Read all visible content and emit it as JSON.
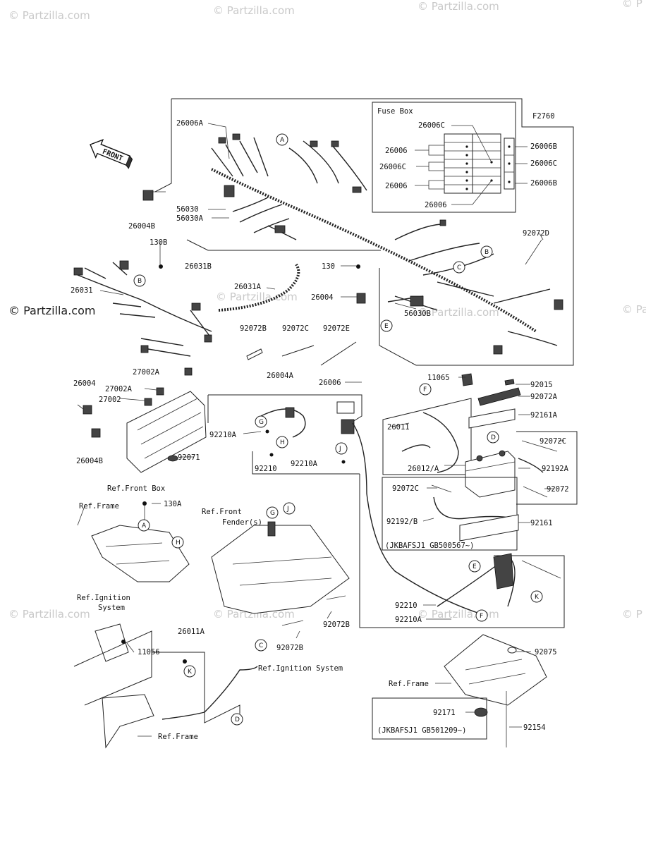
{
  "watermarks": {
    "top": [
      "© Partzilla.com",
      "© Partzilla.com",
      "© Partzilla.com",
      "© P"
    ],
    "middle": [
      "© Partzilla.com",
      "© Partzilla.com",
      "© Pa"
    ],
    "lower": [
      "© Partzilla.com",
      "© Partzilla.com",
      "© Partzilla.com",
      "© P"
    ],
    "strong": "© Partzilla.com"
  },
  "diagram": {
    "code": "F2760",
    "front_label": "FRONT",
    "fuse_box": {
      "title": "Fuse Box",
      "labels": [
        "26006C",
        "26006",
        "26006C",
        "26006",
        "26006",
        "26006B",
        "26006C",
        "26006B"
      ]
    },
    "callouts": {
      "26006A": "26006A",
      "26004B_top": "26004B",
      "56030": "56030",
      "56030A": "56030A",
      "130B": "130B",
      "26031B": "26031B",
      "26031": "26031",
      "26031A": "26031A",
      "130": "130",
      "26004_mid": "26004",
      "56030B": "56030B",
      "92072D": "92072D",
      "92072B_top": "92072B",
      "92072C_top": "92072C",
      "92072E": "92072E",
      "27002A_1": "27002A",
      "27002A_2": "27002A",
      "27002": "27002",
      "26004_left": "26004",
      "26004B_left": "26004B",
      "92071": "92071",
      "ref_front_box": "Ref.Front Box",
      "26004A": "26004A",
      "26006": "26006",
      "92210A_1": "92210A",
      "92210_1": "92210",
      "92210A_2": "92210A",
      "11065": "11065",
      "92015": "92015",
      "92072A": "92072A",
      "92161A": "92161A",
      "26011": "26011",
      "26012A": "26012/A",
      "92072C_r1": "92072C",
      "92192A": "92192A",
      "92072C_r2": "92072C",
      "92072": "92072",
      "92192B": "92192/B",
      "92161": "92161",
      "jkb_1": "(JKBAFSJ1 GB500567~)",
      "ref_frame_1": "Ref.Frame",
      "130A": "130A",
      "ref_front_fender_1": "Ref.Front",
      "ref_front_fender_2": "Fender(s)",
      "92210_2": "92210",
      "92210A_3": "92210A",
      "92072B_2": "92072B",
      "92072B_3": "92072B",
      "ref_ign_1": "Ref.Ignition",
      "ref_ign_2": "System",
      "26011A": "26011A",
      "11056": "11056",
      "ref_ign_system": "Ref.Ignition System",
      "ref_frame_2": "Ref.Frame",
      "92075": "92075",
      "ref_frame_3": "Ref.Frame",
      "92171": "92171",
      "jkb_2": "(JKBAFSJ1 GB501209~)",
      "92154": "92154"
    },
    "letters": [
      "A",
      "B",
      "C",
      "D",
      "E",
      "F",
      "G",
      "H",
      "J",
      "K"
    ]
  }
}
